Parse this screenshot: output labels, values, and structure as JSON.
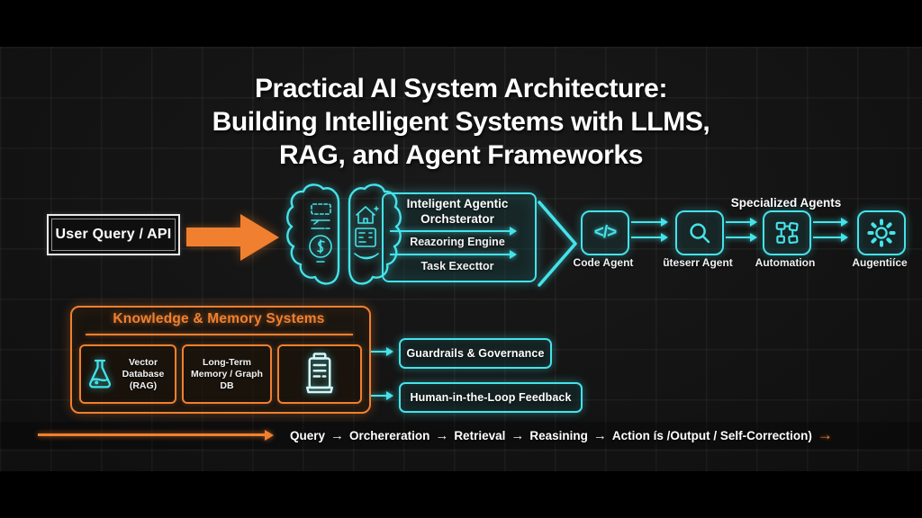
{
  "title": {
    "lines": [
      "Practical AI System Architecture:",
      "Building Intelligent Systems with LLMS,",
      "RAG, and Agent Frameworks"
    ]
  },
  "flow": {
    "user_query_label": "User Query / API",
    "orchestrator": {
      "title_line1": "Inteligent Agentic",
      "title_line2": "Orchsterator",
      "engine_label": "Reazoring Engine",
      "executor_label": "Task Execttor"
    },
    "specialized_agents_label": "Specialized Agents",
    "agents": [
      {
        "label": "Code Agent",
        "icon": "code-icon",
        "glyph": "</>"
      },
      {
        "label": "ũteserr Agent",
        "icon": "magnifier-icon"
      },
      {
        "label": "Automation",
        "icon": "workflow-icon"
      },
      {
        "label": "Augentiíce",
        "icon": "gear-icon"
      }
    ]
  },
  "knowledge": {
    "title": "Knowledge & Memory Systems",
    "items": [
      {
        "label": "Vector Database (RAG)",
        "icon": "flask-icon"
      },
      {
        "label": "Long-Term Memory / Graph DB",
        "icon": ""
      },
      {
        "label": "",
        "icon": "canister-icon"
      }
    ]
  },
  "governance": {
    "guardrails_label": "Guardrails & Governance",
    "hitl_label": "Human-in-the-Loop Feedback"
  },
  "pipeline": {
    "separator": "→",
    "end_arrow": "→",
    "steps": [
      "Query",
      "Orchereration",
      "Retrieval",
      "Reasining",
      "Action ís /Output / Self-Correction)"
    ]
  },
  "colors": {
    "cyan": "#45e3ea",
    "orange": "#f0802f",
    "canvas": "#151515",
    "letterbox": "#000000",
    "text": "#ffffff"
  }
}
